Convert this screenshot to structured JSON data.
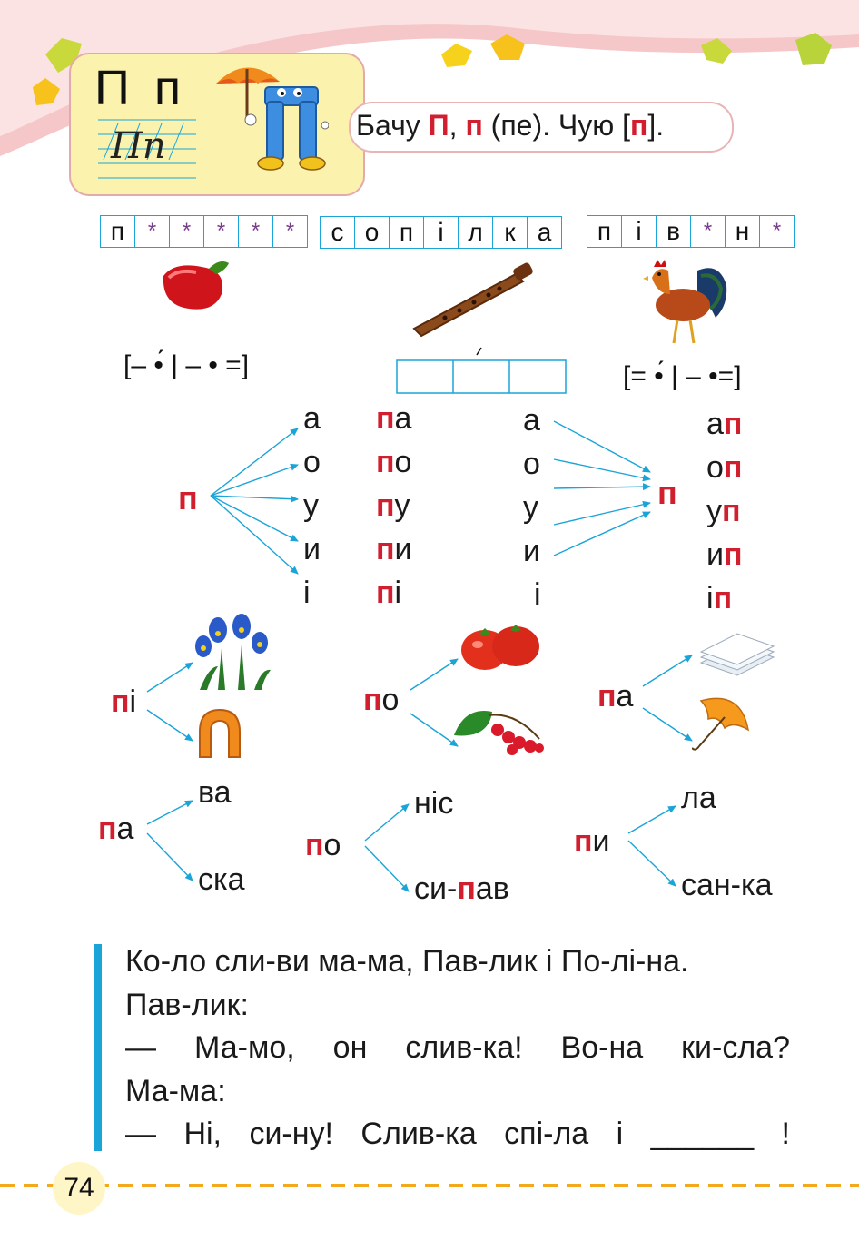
{
  "header": {
    "letter_print": "П п",
    "letter_script": "Пп",
    "bubble": {
      "p1": "Бачу ",
      "red1": "П",
      "p2": ", ",
      "red2": "п",
      "p3": " (пе). Чую  [",
      "red3": "п",
      "p4": "]."
    }
  },
  "words": [
    {
      "cells": [
        "п",
        "*",
        "*",
        "*",
        "*",
        "*"
      ],
      "scheme": "[– •́ | – • =]",
      "picture": "pepper-icon"
    },
    {
      "cells": [
        "с",
        "о",
        "п",
        "і",
        "л",
        "к",
        "а"
      ],
      "scheme": "",
      "picture": "flute-icon"
    },
    {
      "cells": [
        "п",
        "і",
        "в",
        "*",
        "н",
        "*"
      ],
      "scheme": "[= •́ | – •=]",
      "picture": "rooster-icon"
    }
  ],
  "syllable_table": {
    "consonant": "п",
    "vowels": [
      "а",
      "о",
      "у",
      "и",
      "і"
    ],
    "open_syllables": [
      "па",
      "по",
      "пу",
      "пи",
      "пі"
    ],
    "closed_syllables": [
      "ап",
      "оп",
      "уп",
      "ип",
      "іп"
    ]
  },
  "picture_branches": [
    {
      "red": "п",
      "rest": "і",
      "pictures": [
        "iris-flower-icon",
        "horseshoe-icon"
      ]
    },
    {
      "red": "п",
      "rest": "о",
      "pictures": [
        "tomato-icon",
        "red-currant-icon"
      ]
    },
    {
      "red": "п",
      "rest": "а",
      "pictures": [
        "paper-stack-icon",
        "umbrella-icon"
      ]
    }
  ],
  "word_branches": [
    {
      "red": "п",
      "rest": "а",
      "endings": [
        "ва",
        "ска"
      ]
    },
    {
      "red": "п",
      "rest": "о",
      "endings": [
        "ніс",
        "си-пав"
      ]
    },
    {
      "red": "п",
      "rest": "и",
      "endings": [
        "ла",
        "сан-ка"
      ]
    }
  ],
  "reading": [
    "Ко-ло сли-ви ма-ма, Пав-лик і По-лі-на.",
    "Пав-лик:",
    "— Ма-мо,  он  слив-ка!  Во-на  ки-сла?",
    "Ма-ма:",
    "— Ні,  си-ну!  Слив-ка  спі-ла  і  ______ !"
  ],
  "page_number": "74",
  "colors": {
    "accent_red": "#d21f2f",
    "arrow_blue": "#1aa4d8",
    "card_yellow": "#fbf3ad",
    "dash_orange": "#f4a81c"
  }
}
